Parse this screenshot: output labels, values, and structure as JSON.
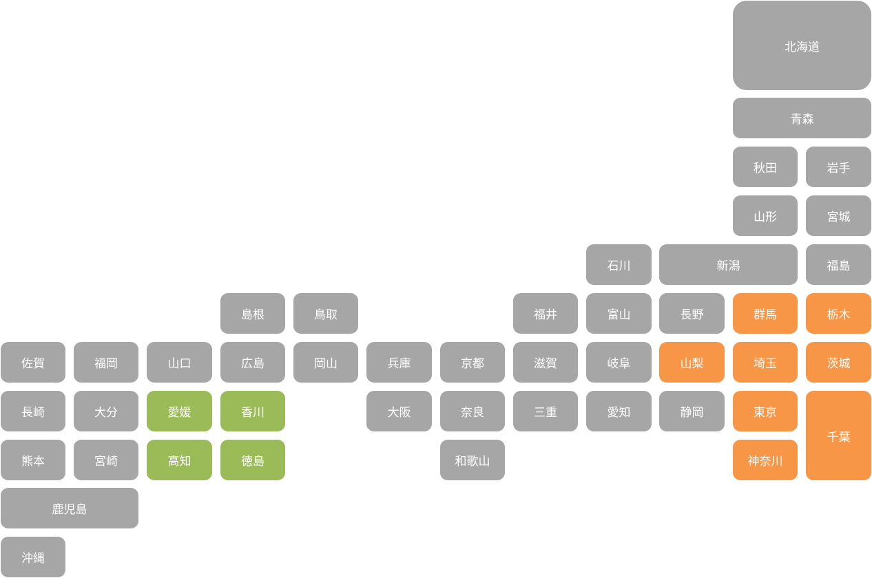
{
  "colors": {
    "default": "#a6a6a6",
    "kanto_highlight": "#f79646",
    "shikoku_highlight": "#9bbb59",
    "label_text": "#ffffff"
  },
  "prefectures": [
    {
      "key": "hokkaido",
      "name": "北海道",
      "color": "gray"
    },
    {
      "key": "aomori",
      "name": "青森",
      "color": "gray"
    },
    {
      "key": "akita",
      "name": "秋田",
      "color": "gray"
    },
    {
      "key": "iwate",
      "name": "岩手",
      "color": "gray"
    },
    {
      "key": "yamagata",
      "name": "山形",
      "color": "gray"
    },
    {
      "key": "miyagi",
      "name": "宮城",
      "color": "gray"
    },
    {
      "key": "ishikawa",
      "name": "石川",
      "color": "gray"
    },
    {
      "key": "niigata",
      "name": "新潟",
      "color": "gray"
    },
    {
      "key": "fukushima",
      "name": "福島",
      "color": "gray"
    },
    {
      "key": "shimane",
      "name": "島根",
      "color": "gray"
    },
    {
      "key": "tottori",
      "name": "鳥取",
      "color": "gray"
    },
    {
      "key": "fukui",
      "name": "福井",
      "color": "gray"
    },
    {
      "key": "toyama",
      "name": "富山",
      "color": "gray"
    },
    {
      "key": "nagano",
      "name": "長野",
      "color": "gray"
    },
    {
      "key": "gunma",
      "name": "群馬",
      "color": "orange"
    },
    {
      "key": "tochigi",
      "name": "栃木",
      "color": "orange"
    },
    {
      "key": "saga",
      "name": "佐賀",
      "color": "gray"
    },
    {
      "key": "fukuoka",
      "name": "福岡",
      "color": "gray"
    },
    {
      "key": "yamaguchi",
      "name": "山口",
      "color": "gray"
    },
    {
      "key": "hiroshima",
      "name": "広島",
      "color": "gray"
    },
    {
      "key": "okayama",
      "name": "岡山",
      "color": "gray"
    },
    {
      "key": "hyogo",
      "name": "兵庫",
      "color": "gray"
    },
    {
      "key": "kyoto",
      "name": "京都",
      "color": "gray"
    },
    {
      "key": "shiga",
      "name": "滋賀",
      "color": "gray"
    },
    {
      "key": "gifu",
      "name": "岐阜",
      "color": "gray"
    },
    {
      "key": "yamanashi",
      "name": "山梨",
      "color": "orange"
    },
    {
      "key": "saitama",
      "name": "埼玉",
      "color": "orange"
    },
    {
      "key": "ibaraki",
      "name": "茨城",
      "color": "orange"
    },
    {
      "key": "nagasaki",
      "name": "長崎",
      "color": "gray"
    },
    {
      "key": "oita",
      "name": "大分",
      "color": "gray"
    },
    {
      "key": "ehime",
      "name": "愛媛",
      "color": "green"
    },
    {
      "key": "kagawa",
      "name": "香川",
      "color": "green"
    },
    {
      "key": "osaka",
      "name": "大阪",
      "color": "gray"
    },
    {
      "key": "nara",
      "name": "奈良",
      "color": "gray"
    },
    {
      "key": "mie",
      "name": "三重",
      "color": "gray"
    },
    {
      "key": "aichi",
      "name": "愛知",
      "color": "gray"
    },
    {
      "key": "shizuoka",
      "name": "静岡",
      "color": "gray"
    },
    {
      "key": "tokyo",
      "name": "東京",
      "color": "orange"
    },
    {
      "key": "chiba",
      "name": "千葉",
      "color": "orange"
    },
    {
      "key": "kumamoto",
      "name": "熊本",
      "color": "gray"
    },
    {
      "key": "miyazaki",
      "name": "宮崎",
      "color": "gray"
    },
    {
      "key": "kochi",
      "name": "高知",
      "color": "green"
    },
    {
      "key": "tokushima",
      "name": "徳島",
      "color": "green"
    },
    {
      "key": "wakayama",
      "name": "和歌山",
      "color": "gray"
    },
    {
      "key": "kanagawa",
      "name": "神奈川",
      "color": "orange"
    },
    {
      "key": "kagoshima",
      "name": "鹿児島",
      "color": "gray"
    },
    {
      "key": "okinawa",
      "name": "沖縄",
      "color": "gray"
    }
  ]
}
